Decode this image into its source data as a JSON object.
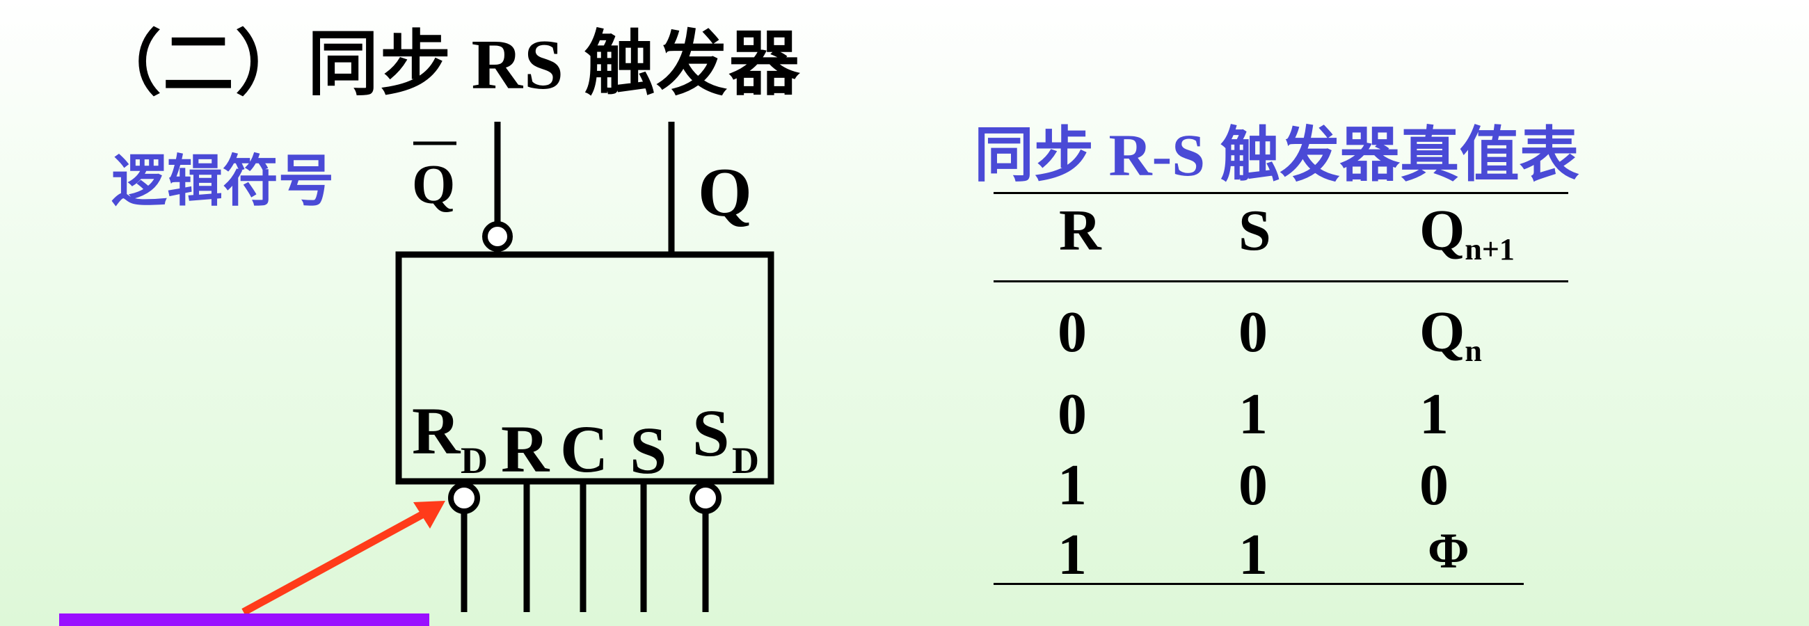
{
  "title": "（二）同步 RS 触发器",
  "logic_symbol_label": "逻辑符号",
  "table_title": "同步 R-S 触发器真值表",
  "symbol": {
    "q_bar_label": "Q",
    "q_label": "Q",
    "pins": {
      "rd_main": "R",
      "rd_sub": "D",
      "r": "R",
      "c": "C",
      "s": "S",
      "sd_main": "S",
      "sd_sub": "D"
    }
  },
  "truth_table": {
    "headers": [
      "R",
      "S",
      "Q",
      "n+1"
    ],
    "rows": [
      [
        "0",
        "0",
        "Q",
        "n"
      ],
      [
        "0",
        "1",
        "1",
        ""
      ],
      [
        "1",
        "0",
        "0",
        ""
      ],
      [
        "1",
        "1",
        "Φ",
        ""
      ]
    ]
  },
  "colors": {
    "heading_blue": "#4a4ad6",
    "arrow_red": "#ff3b1a",
    "bar_purple": "#9a10ff"
  }
}
